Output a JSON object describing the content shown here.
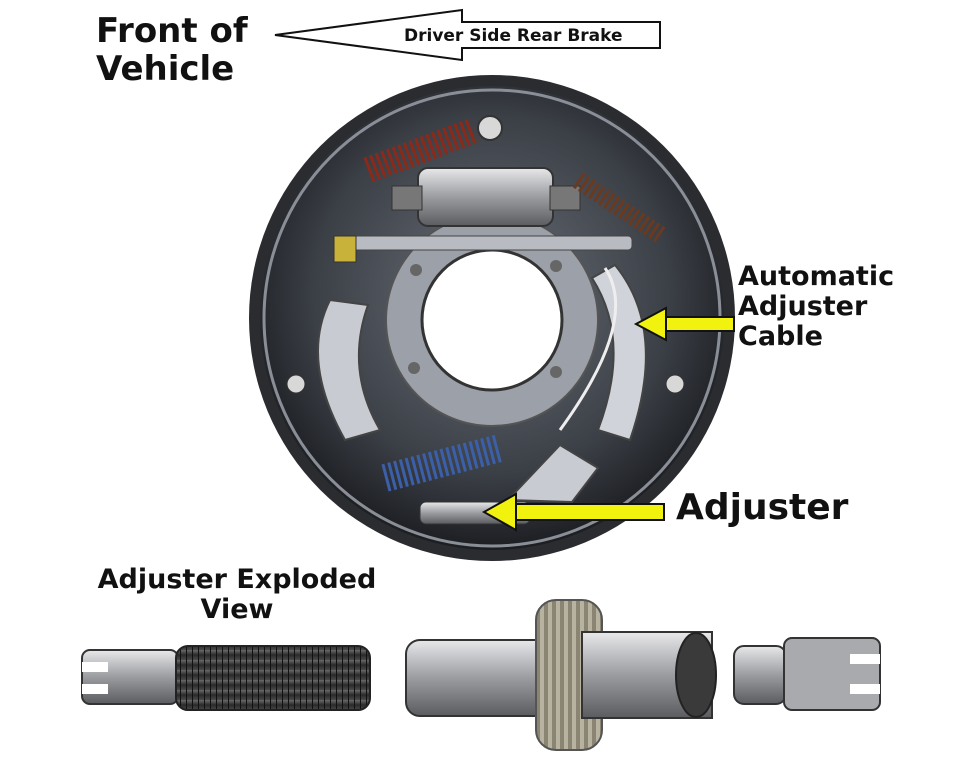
{
  "title": {
    "line1": "Front of",
    "line2": "Vehicle"
  },
  "direction_arrow": {
    "label": "Driver Side Rear Brake"
  },
  "callouts": {
    "cable": {
      "line1": "Automatic",
      "line2": "Adjuster",
      "line3": "Cable"
    },
    "adjuster": {
      "label": "Adjuster"
    }
  },
  "exploded_view": {
    "line1": "Adjuster Exploded",
    "line2": "View"
  },
  "colors": {
    "callout_arrow": "#f2f20f",
    "spring_top": "#8a2a1a",
    "spring_bottom": "#3b5fa8",
    "spring_right": "#6a3a20",
    "backing_plate": "#3b3f46"
  }
}
